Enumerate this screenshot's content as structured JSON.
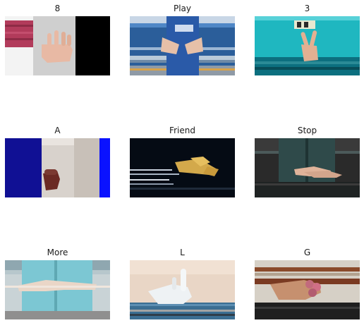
{
  "panels": [
    {
      "label": "8",
      "image": "hand-sign-8-photo"
    },
    {
      "label": "Play",
      "image": "hand-sign-play-photo"
    },
    {
      "label": "3",
      "image": "hand-sign-3-photo"
    },
    {
      "label": "A",
      "image": "hand-sign-a-photo"
    },
    {
      "label": "Friend",
      "image": "hand-sign-friend-photo"
    },
    {
      "label": "Stop",
      "image": "hand-sign-stop-photo"
    },
    {
      "label": "More",
      "image": "hand-sign-more-photo"
    },
    {
      "label": "L",
      "image": "hand-sign-l-photo"
    },
    {
      "label": "G",
      "image": "hand-sign-g-photo"
    }
  ]
}
